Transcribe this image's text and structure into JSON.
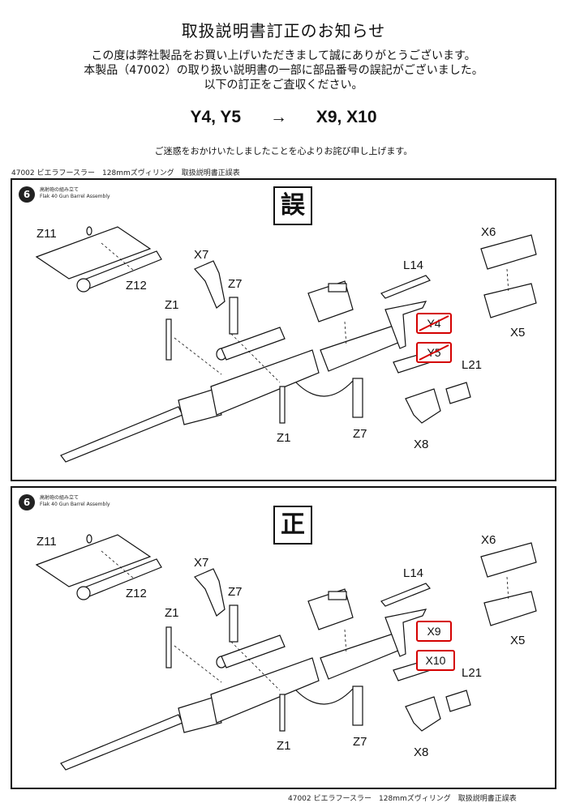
{
  "header": {
    "title": "取扱説明書訂正のお知らせ",
    "intro_lines": [
      "この度は弊社製品をお買い上げいただきまして誠にありがとうございます。",
      "本製品（47002）の取り扱い説明書の一部に部品番号の誤記がございました。",
      "以下の訂正をご査収ください。"
    ],
    "correction_from": "Y4, Y5",
    "correction_arrow": "→",
    "correction_to": "X9, X10",
    "apology": "ご迷惑をおかけいたしましたことを心よりお詫び申し上げます。"
  },
  "footer_top": "47002 ビエラフースラー　128mmズヴィリング　取扱説明書正誤表",
  "footer_bottom": "47002 ビエラフースラー　128mmズヴィリング　取扱説明書正誤表",
  "step": {
    "number": "6",
    "title_jp": "高射砲の組み立て",
    "title_en": "Flak 40 Gun Barrel Assembly"
  },
  "panels": {
    "wrong": {
      "badge": "誤",
      "callouts": [
        "Y4",
        "Y5"
      ]
    },
    "correct": {
      "badge": "正",
      "callouts": [
        "X9",
        "X10"
      ]
    }
  },
  "part_labels": {
    "z11": "Z11",
    "z12": "Z12",
    "x7": "X7",
    "z7a": "Z7",
    "z1a": "Z1",
    "l14": "L14",
    "x6": "X6",
    "x5": "X5",
    "l21": "L21",
    "z1b": "Z1",
    "z7b": "Z7",
    "x8": "X8"
  },
  "colors": {
    "correction_red": "#d40000",
    "line": "#111111"
  }
}
